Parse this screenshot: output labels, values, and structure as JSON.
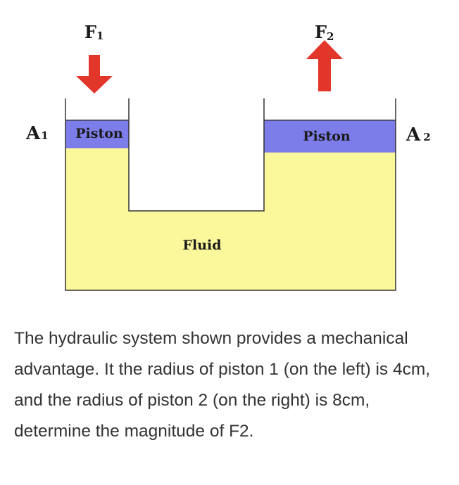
{
  "diagram": {
    "force_left": {
      "letter": "F",
      "subscript": "1",
      "direction": "down"
    },
    "force_right": {
      "letter": "F",
      "subscript": "2",
      "direction": "up"
    },
    "area_left": {
      "letter": "A",
      "subscript": "1"
    },
    "area_right": {
      "letter": "A",
      "subscript": "2"
    },
    "piston_left_label": "Piston",
    "piston_right_label": "Piston",
    "fluid_label": "Fluid",
    "colors": {
      "fluid": "#fbf79b",
      "piston": "#7d7dea",
      "arrow": "#e3362a",
      "outline": "#333333"
    }
  },
  "question": "The hydraulic system shown provides a mechanical advantage. It the radius of piston 1 (on the left) is 4cm, and the radius of piston 2 (on the right) is 8cm, determine the magnitude of F2."
}
